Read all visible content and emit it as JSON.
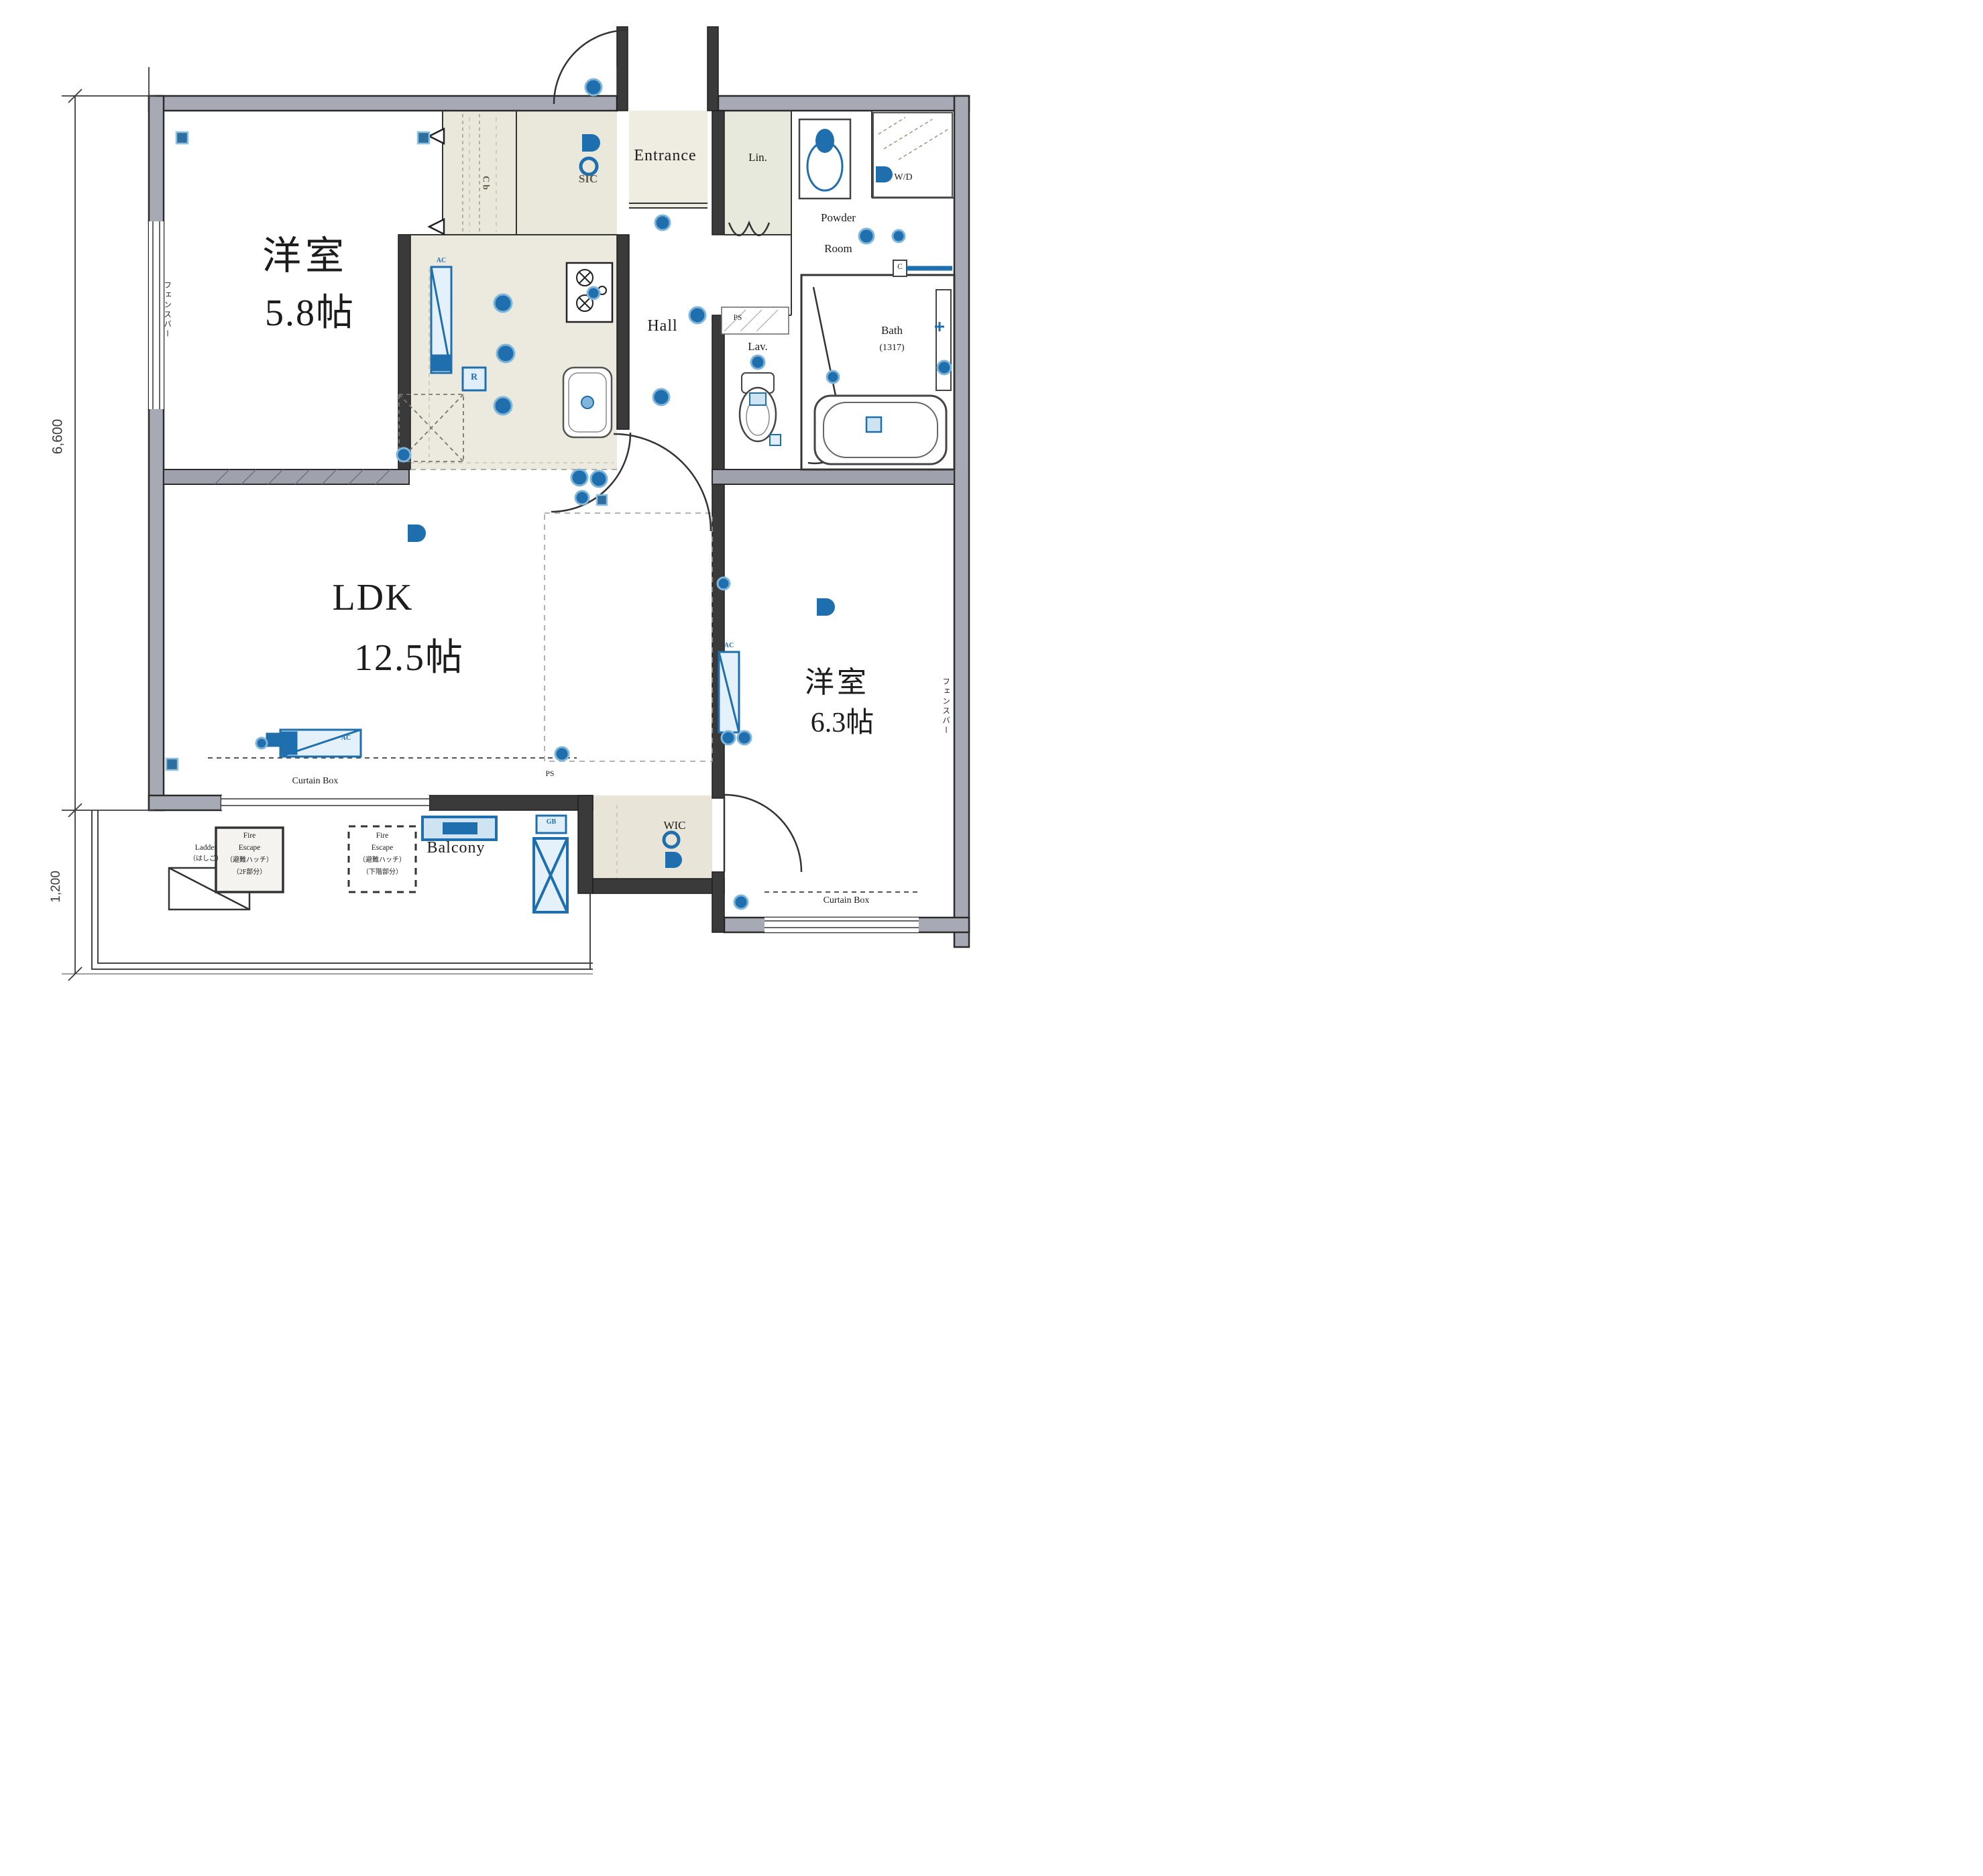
{
  "plan": {
    "rooms": {
      "room1_name": "洋室",
      "room1_size": "5.8帖",
      "ldk_name": "LDK",
      "ldk_size": "12.5帖",
      "room2_name": "洋室",
      "room2_size": "6.3帖"
    },
    "areas": {
      "entrance": "Entrance",
      "hall": "Hall",
      "powder_line1": "Powder",
      "powder_line2": "Room",
      "bath": "Bath",
      "bath_size": "(1317)",
      "lav": "Lav.",
      "lin": "Lin.",
      "wd": "W/D",
      "wic": "WIC",
      "sic": "SIC",
      "closet": "Cb",
      "balcony": "Balcony",
      "ps_upper": "PS",
      "ps_lower": "PS",
      "towel_hook": "C"
    },
    "annotations": {
      "curtain_box_left": "Curtain Box",
      "curtain_box_right": "Curtain Box",
      "fence_bar_left": "フェンスバー",
      "fence_bar_right": "フェンスバー",
      "ladder_line1": "Ladder",
      "ladder_line2": "（はしご）",
      "fe1_line1": "Fire",
      "fe1_line2": "Escape",
      "fe1_line3": "（避難ハッチ）",
      "fe1_line4": "（2F部分）",
      "fe2_line1": "Fire",
      "fe2_line2": "Escape",
      "fe2_line3": "（避難ハッチ）",
      "fe2_line4": "（下階部分）",
      "ac_room1": "AC",
      "ac_room2": "AC",
      "ac_ldk": "AC",
      "fridge": "R",
      "gas_box": "GB"
    },
    "dimensions": {
      "side_main": "6,600",
      "side_balcony": "1,200"
    },
    "colors": {
      "fixture_blue": "#1f6fae",
      "wall_gray": "#a7aab5",
      "floor_beige": "#eae7db",
      "wall_dark": "#3a3a3a"
    }
  }
}
